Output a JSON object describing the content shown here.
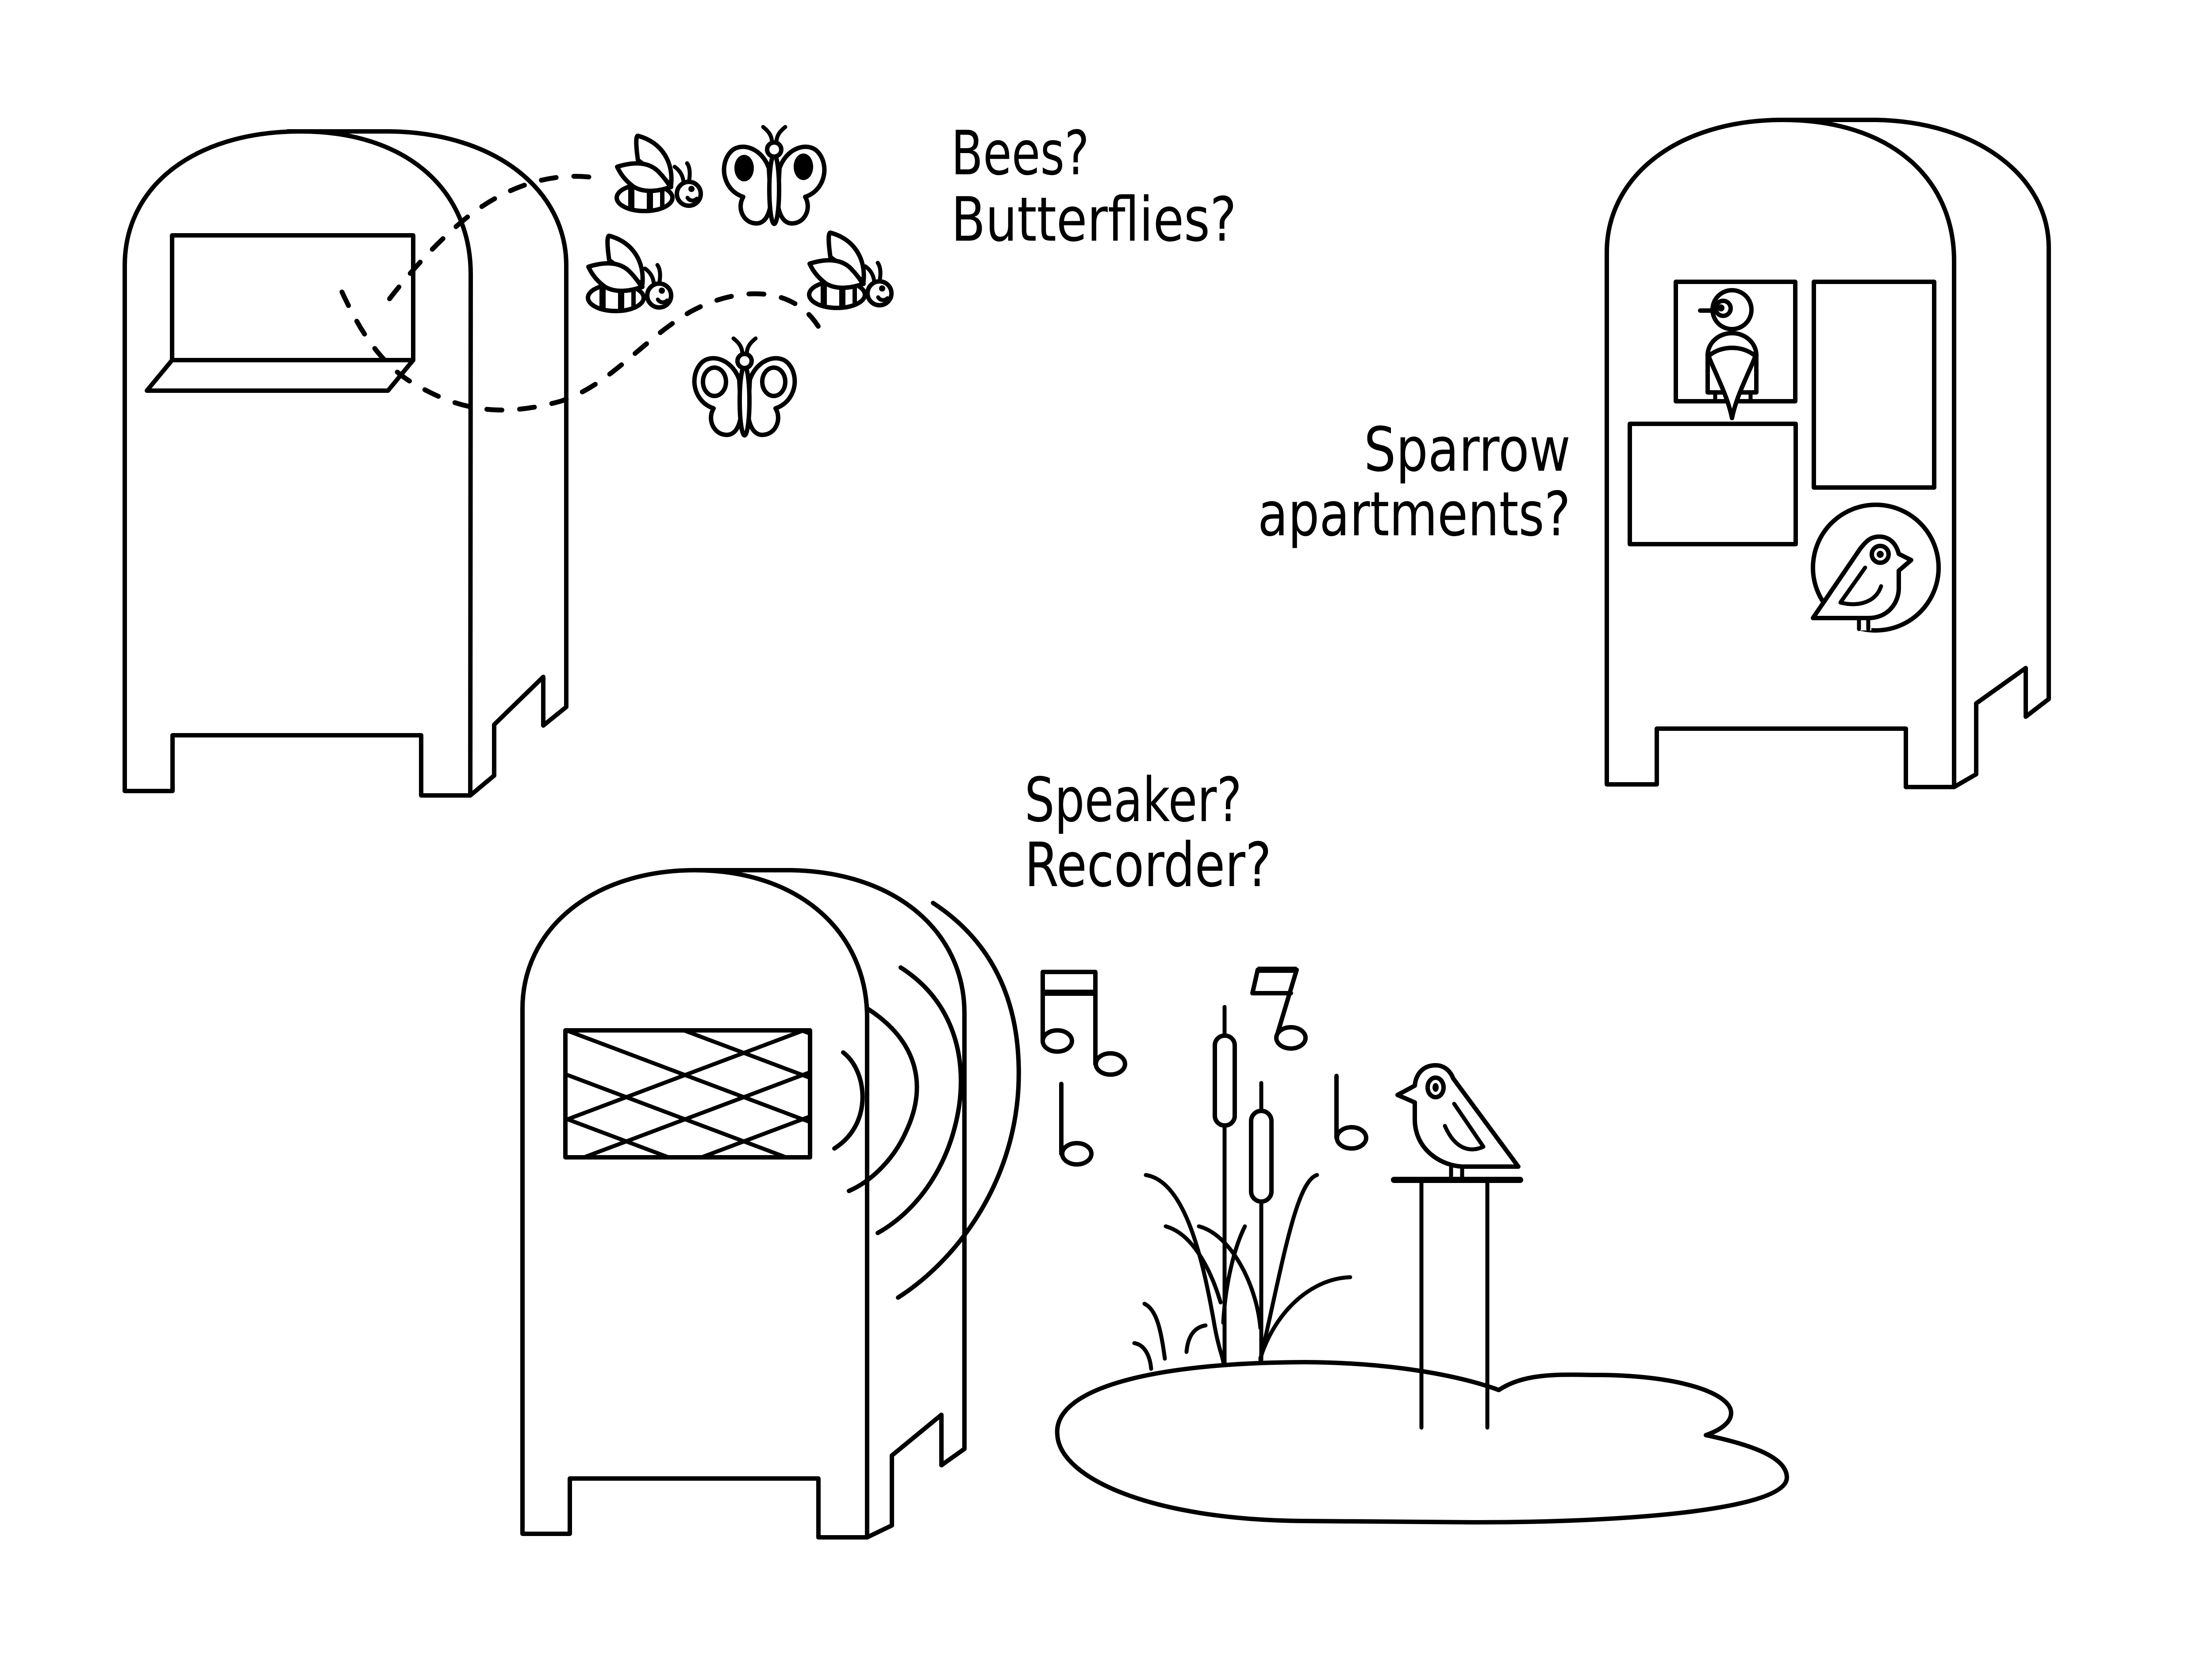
{
  "scene": {
    "background": "#ffffff",
    "line_color": "#000000"
  },
  "captions": {
    "pollinators": {
      "line1": "Bees?",
      "line2": "Butterflies?"
    },
    "sparrow": {
      "line1": "Sparrow",
      "line2": "apartments?"
    },
    "audio": {
      "line1": "Speaker?",
      "line2": "Recorder?"
    }
  },
  "illustrations": {
    "mailbox_pollinator": {
      "icons": [
        "mailbox-icon",
        "ledge-icon",
        "bee-icon",
        "bee-icon",
        "bee-icon",
        "butterfly-icon",
        "butterfly-icon",
        "flight-path-icon"
      ]
    },
    "mailbox_sparrow": {
      "icons": [
        "mailbox-icon",
        "nest-box-icon",
        "sparrow-icon",
        "round-entry-icon",
        "sparrow-icon"
      ]
    },
    "mailbox_speaker": {
      "icons": [
        "mailbox-icon",
        "speaker-grille-icon",
        "sound-wave-icon",
        "music-note-icon",
        "cattail-icon",
        "grass-icon",
        "bird-icon",
        "perch-icon",
        "pond-icon"
      ]
    }
  }
}
